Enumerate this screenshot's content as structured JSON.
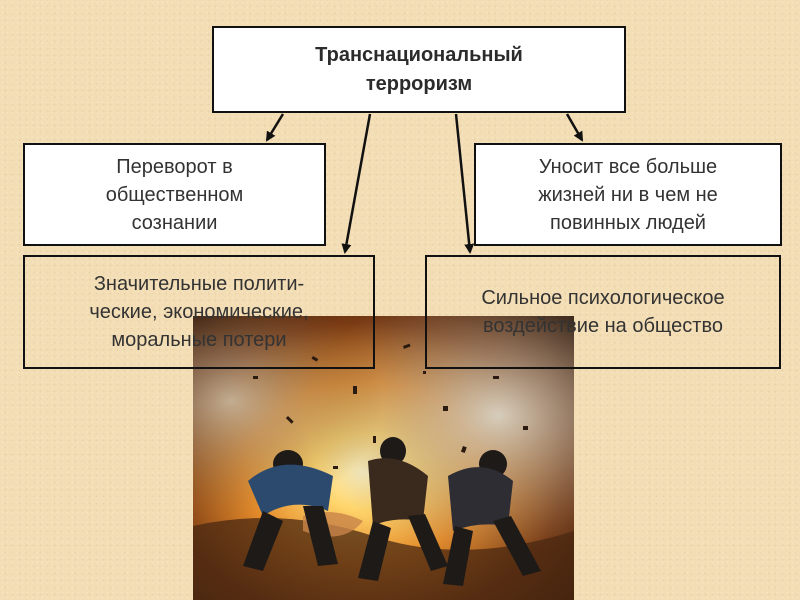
{
  "diagram": {
    "root": {
      "text": "Транснациональный\nтерроризм"
    },
    "nodes": [
      {
        "id": "b1",
        "text": "Переворот в\nобщественном\nсознании"
      },
      {
        "id": "b2",
        "text": "Уносит все больше\nжизней ни в чем не\nповинных людей"
      },
      {
        "id": "b3",
        "text": "Значительные полити-\nческие, экономические,\nморальные потери"
      },
      {
        "id": "b4",
        "text": "Сильное психологическое\nвоздействие на общество"
      }
    ]
  },
  "colors": {
    "background": "#f3ddb4",
    "box_fill": "#ffffff",
    "box_border": "#111111",
    "text": "#333333"
  },
  "photo": {
    "subject": "explosion-scene"
  }
}
